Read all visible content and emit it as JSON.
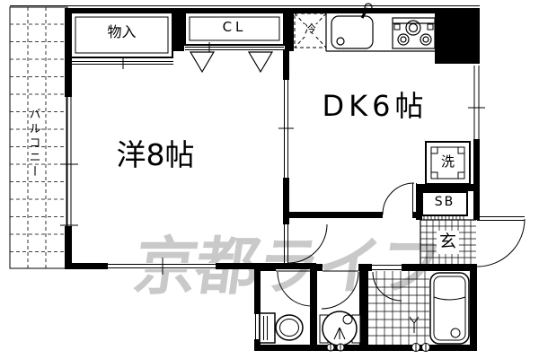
{
  "floorplan": {
    "balcony_label": "バルコニー",
    "storage_label": "物入",
    "closet_label": "CL",
    "fridge_label": "冷",
    "western_room_label": "洋8帖",
    "dk_label": "DK6帖",
    "washer_label": "洗",
    "shoebox_label": "SB",
    "entrance_label": "玄",
    "watermark_text": "京都ライフ",
    "colors": {
      "line": "#000000",
      "background": "#ffffff",
      "watermark": "#c9c9c9"
    }
  }
}
